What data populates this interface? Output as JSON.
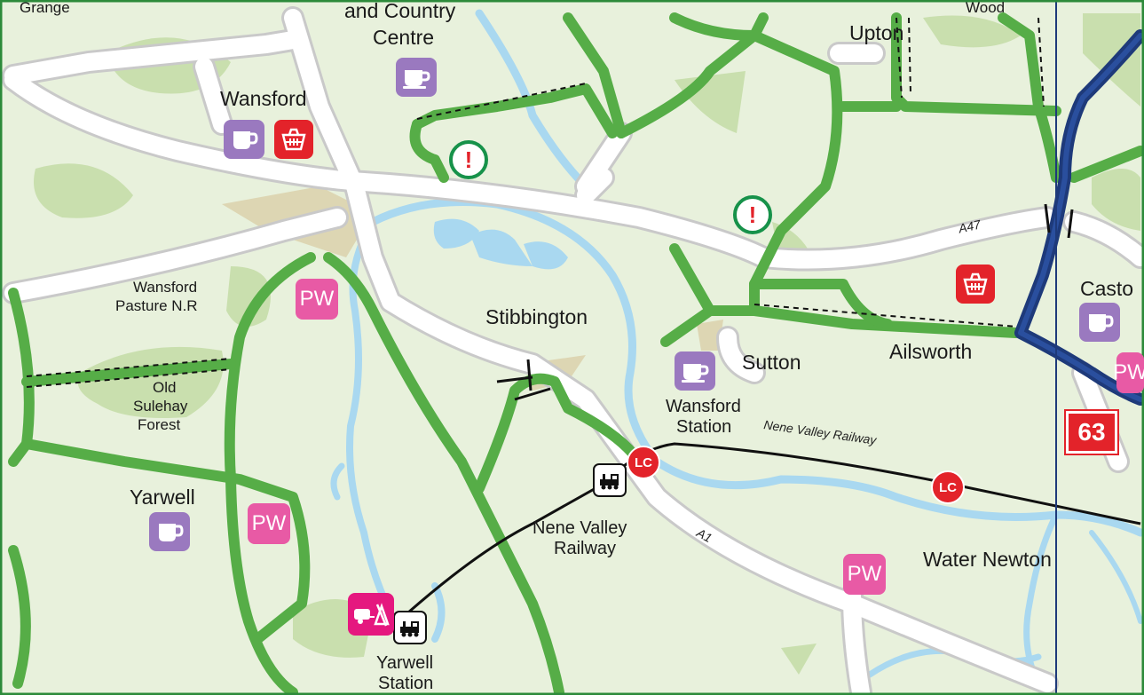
{
  "map": {
    "labels": {
      "grange": "Grange",
      "country_centre_1": "and Country",
      "country_centre_2": "Centre",
      "upton": "Upton",
      "wood": "Wood",
      "wansford": "Wansford",
      "wansford_pasture_1": "Wansford",
      "wansford_pasture_2": "Pasture N.R",
      "old_sulehay_1": "Old",
      "old_sulehay_2": "Sulehay",
      "old_sulehay_3": "Forest",
      "stibbington": "Stibbington",
      "sutton": "Sutton",
      "ailsworth": "Ailsworth",
      "castor": "Casto",
      "wansford_station_1": "Wansford",
      "wansford_station_2": "Station",
      "yarwell": "Yarwell",
      "nene_valley_railway_1": "Nene Valley",
      "nene_valley_railway_2": "Railway",
      "nene_valley_railway_line": "Nene Valley Railway",
      "water_newton": "Water Newton",
      "yarwell_station_1": "Yarwell",
      "yarwell_station_2": "Station",
      "road_a47": "A47",
      "road_a1": "A1"
    },
    "symbols": {
      "pw": "PW",
      "level_crossing": "LC",
      "warning": "!",
      "route_number": "63"
    },
    "colors": {
      "background": "#e8f1dc",
      "cycle_route": "#56ad47",
      "road": "#ffffff",
      "river": "#a9d8f0",
      "woodland": "#c9dfae",
      "national_route": "#1e3a7a",
      "railway": "#111111",
      "pub": "#e85aa5",
      "cafe": "#9a79bf",
      "shop": "#e3232a",
      "campsite": "#e5187f",
      "frame": "#2c8a3a"
    }
  }
}
